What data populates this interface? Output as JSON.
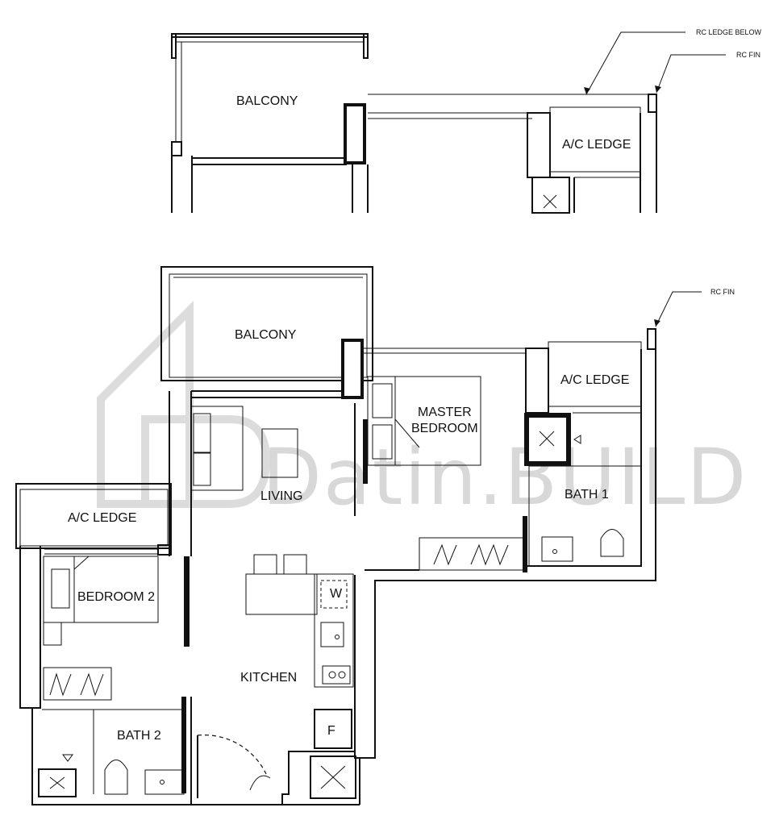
{
  "watermark": {
    "text": "Datin.BUILD"
  },
  "upper_plan": {
    "balcony": "BALCONY",
    "ac_ledge": "A/C LEDGE",
    "rc_ledge_below": "RC LEDGE BELOW",
    "rc_fin": "RC FIN"
  },
  "unit_plan": {
    "balcony": "BALCONY",
    "ac_ledge_top": "A/C LEDGE",
    "ac_ledge_left": "A/C LEDGE",
    "master_bedroom_line1": "MASTER",
    "master_bedroom_line2": "BEDROOM",
    "living": "LIVING",
    "bath1": "BATH 1",
    "bedroom2": "BEDROOM 2",
    "kitchen": "KITCHEN",
    "bath2": "BATH 2",
    "washer": "W",
    "fridge": "F",
    "rc_fin": "RC FIN"
  },
  "colors": {
    "line": "#111111",
    "watermark": "#d8d8d8",
    "background": "#ffffff"
  }
}
